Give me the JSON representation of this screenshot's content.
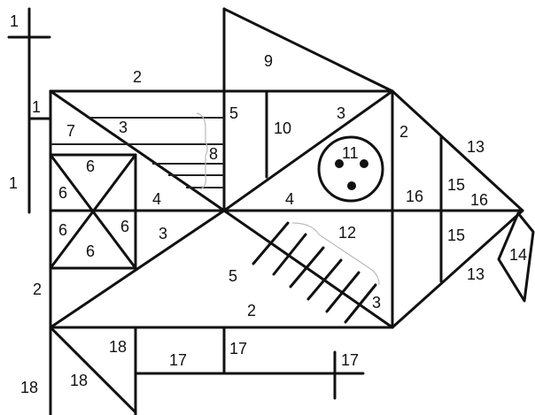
{
  "labels": {
    "cross_top_left": "1",
    "frame_left_small": "1",
    "frame_left_big": "1",
    "top_bar": "2",
    "left_lower": "2",
    "triangle_7": "7",
    "stripe_3": "3",
    "box_6_top": "6",
    "box_6_left": "6",
    "box_6_lower_left": "6",
    "box_6_right": "6",
    "box_6_bottom": "6",
    "center_4_left": "4",
    "center_3_left": "3",
    "vertical_5_top": "5",
    "stripe_8": "8",
    "tail_9": "9",
    "eye_10": "10",
    "top_3_right": "3",
    "eye_11": "11",
    "center_4_right": "4",
    "rect_12": "12",
    "vertical_5_bottom": "5",
    "bottom_2": "2",
    "fin_3_right": "3",
    "right_2": "2",
    "right_13_top": "13",
    "right_16_a": "16",
    "right_15_top": "15",
    "right_16_b": "16",
    "right_15_bottom": "15",
    "right_13_bottom": "13",
    "diamond_14": "14",
    "stand_18_a": "18",
    "stand_18_b": "18",
    "stand_18_c": "18",
    "stand_17_a": "17",
    "stand_17_b": "17",
    "cross_17": "17"
  }
}
